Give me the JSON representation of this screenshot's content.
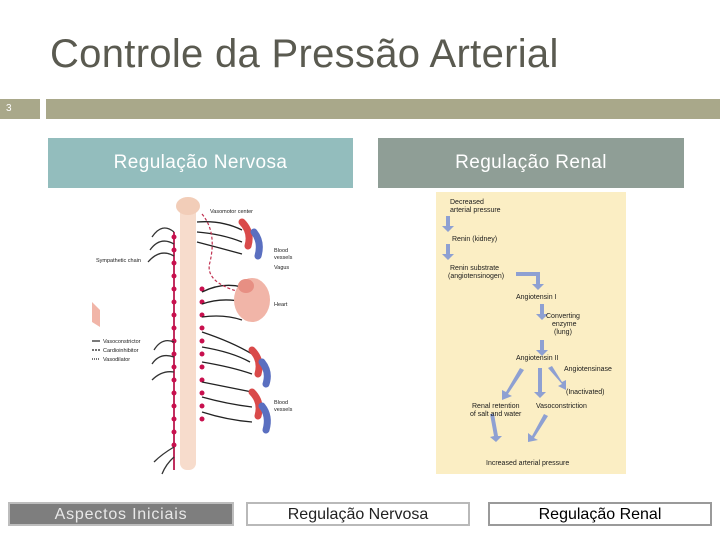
{
  "slide": {
    "title": "Controle da Pressão Arterial",
    "number": "3"
  },
  "headers": {
    "left": "Regulação Nervosa",
    "right": "Regulação Renal"
  },
  "nervous_figure": {
    "labels": {
      "vasomotor_center": "Vasomotor center",
      "sympathetic_chain": "Sympathetic chain",
      "blood_vessels_top": "Blood\nvessels",
      "vagus": "Vagus",
      "heart": "Heart",
      "blood_vessels_bottom": "Blood\nvessels"
    },
    "legend": [
      "Vasoconstrictor",
      "Cardioinhibitor",
      "Vasodilator"
    ]
  },
  "renal_figure": {
    "steps": {
      "decreased": "Decreased\narterial pressure",
      "renin": "Renin (kidney)",
      "renin_substrate": "Renin substrate\n(angiotensinogen)",
      "angiotensin1": "Angiotensin I",
      "converting_enzyme": "Converting\nenzyme\n(lung)",
      "angiotensin2": "Angiotensin II",
      "angiotensinase": "Angiotensinase",
      "inactivated": "(Inactivated)",
      "renal_retention": "Renal retention\nof salt and water",
      "vasoconstriction": "Vasoconstriction",
      "increased": "Increased arterial pressure"
    },
    "colors": {
      "background": "#fbeec4",
      "arrow": "#8ea0d2"
    }
  },
  "nav": {
    "aspectos": "Aspectos Iniciais",
    "nervosa": "Regulação Nervosa",
    "renal": "Regulação Renal"
  }
}
